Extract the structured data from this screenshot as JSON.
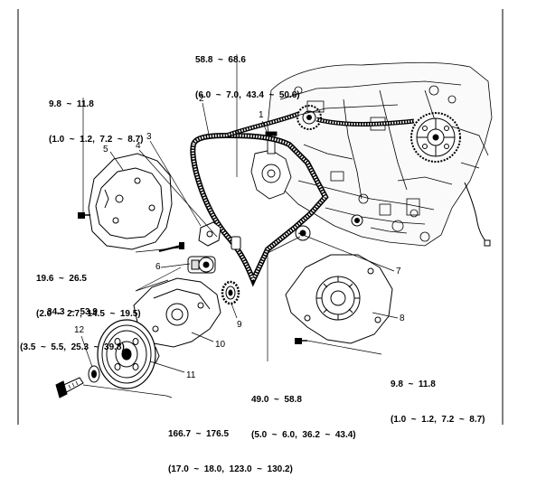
{
  "specs": {
    "camshaft_sprocket": {
      "line1": "58.8  ~  68.6",
      "line2": "(6.0  ~  7.0,  43.4  ~  50.6)"
    },
    "cover_bolt_upper": {
      "line1": "9.8  ~  11.8",
      "line2": "(1.0  ~  1.2,  7.2  ~  8.7)"
    },
    "tensioner_bolt": {
      "line1": "19.6  ~  26.5",
      "line2": "(2.0  ~  2.7,  14.5  ~  19.5)"
    },
    "idler_bolt": {
      "line1": "34.3  ~  53.9",
      "line2": "(3.5  ~  5.5,  25.3  ~  39.8)"
    },
    "cover_bolt_lower": {
      "line1": "9.8  ~  11.8",
      "line2": "(1.0  ~  1.2,  7.2  ~  8.7)"
    },
    "idler_pulley_bolt": {
      "line1": "49.0  ~  58.8",
      "line2": "(5.0  ~  6.0,  36.2  ~  43.4)"
    },
    "crank_bolt": {
      "line1": "166.7  ~  176.5",
      "line2": "(17.0  ~  18.0,  123.0  ~  130.2)"
    }
  },
  "callouts": [
    "1",
    "2",
    "3",
    "4",
    "5",
    "6",
    "7",
    "8",
    "9",
    "10",
    "11",
    "12"
  ],
  "colors": {
    "ink": "#000000",
    "paper": "#ffffff"
  }
}
